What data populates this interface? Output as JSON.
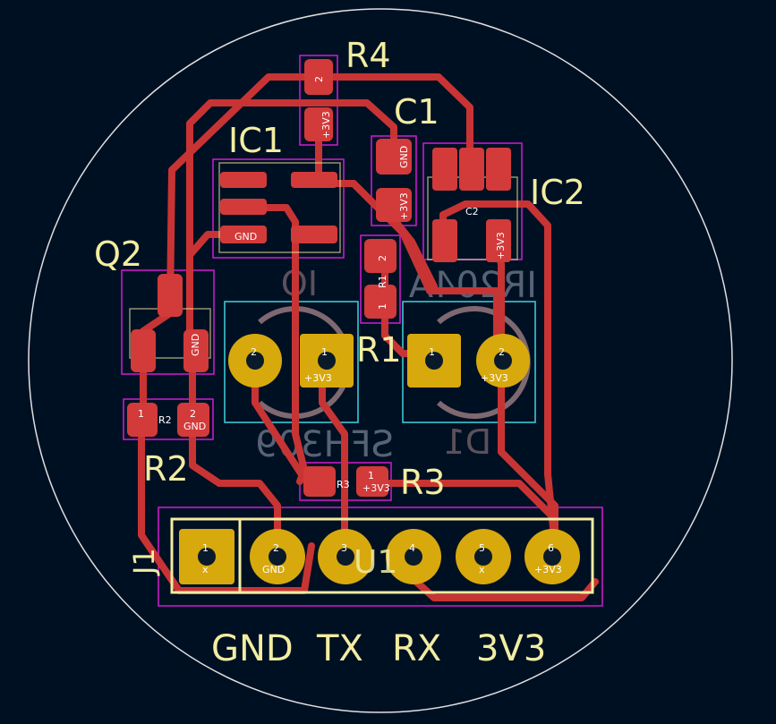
{
  "board": {
    "outline_color": "#e0e0e0",
    "colors": {
      "background": "#001023",
      "copper_trace": "#c83434",
      "smd_pad": "#d33a3a",
      "tht_pad": "#d8a90d",
      "courtyard": "#d21ad2",
      "fab": "#3fd4e0",
      "silkscreen": "#f2eda1",
      "back_silkscreen": "#e8b0b0"
    }
  },
  "refs": {
    "r4": "R4",
    "c1": "C1",
    "ic1": "IC1",
    "ic2": "IC2",
    "q2": "Q2",
    "r1": "R1",
    "r2": "R2",
    "r3": "R3",
    "j1": "J1",
    "u1": "U1",
    "d1_back": "D1",
    "ir204a_back": "IR204A",
    "sfh309_back": "SFH309",
    "io_back": "IO"
  },
  "pads": {
    "r4_p1": "+3V3",
    "r4_p2": "2",
    "c1_p2": "GND",
    "c1_p1": "+3V3",
    "ic1_gnd": "GND",
    "r1_p2": "2",
    "r1_label": "R1",
    "r1_p1": "1",
    "q2_gnd": "GND",
    "r2_p1": "1",
    "r2_p2": "2",
    "r2_gnd": "GND",
    "r2_label": "R2",
    "r3_p1": "1",
    "r3_label": "R3",
    "r3_p1_net": "+3V3",
    "sfh_p2": "2",
    "sfh_p1": "1",
    "sfh_p1_net": "+3V3",
    "ir_p1": "1",
    "ir_p2": "2",
    "ir_p2_net": "+3V3",
    "c2_label": "C2",
    "ic2_p5": "+3V3",
    "j1": [
      {
        "num": "1",
        "net": "x"
      },
      {
        "num": "2",
        "net": "GND"
      },
      {
        "num": "3",
        "net": ""
      },
      {
        "num": "4",
        "net": ""
      },
      {
        "num": "5",
        "net": "x"
      },
      {
        "num": "6",
        "net": "+3V3"
      }
    ]
  },
  "bottom_labels": [
    "GND",
    "TX",
    "RX",
    "3V3"
  ]
}
